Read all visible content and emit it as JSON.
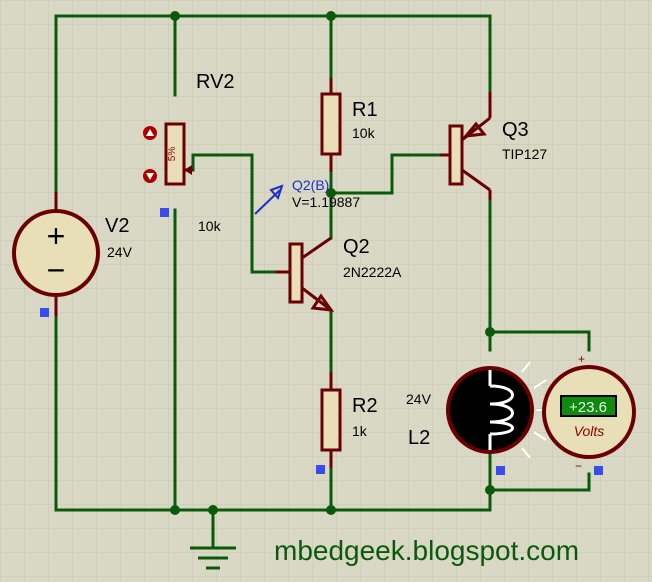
{
  "components": {
    "v2": {
      "name": "V2",
      "value": "24V",
      "plus": "+",
      "minus": "−"
    },
    "rv2": {
      "name": "RV2",
      "value": "10k",
      "percent": "5%"
    },
    "r1": {
      "name": "R1",
      "value": "10k"
    },
    "r2": {
      "name": "R2",
      "value": "1k"
    },
    "q2": {
      "name": "Q2",
      "value": "2N2222A"
    },
    "q3": {
      "name": "Q3",
      "value": "TIP127"
    },
    "l2": {
      "name": "L2",
      "value": "24V"
    },
    "probe": {
      "name": "Q2(B)",
      "value": "V=1.19887"
    },
    "voltmeter": {
      "reading": "+23.6",
      "unit": "Volts",
      "plus": "+",
      "minus": "−"
    }
  },
  "footer": {
    "site": "mbedgeek.blogspot.com"
  },
  "colors": {
    "background": "#d8d8c4",
    "wire": "#0b5a0b",
    "component": "#6b0000",
    "probe": "#1e2fc8",
    "pin_marker": "#3a4cf0",
    "display": "#0f8a0f"
  }
}
